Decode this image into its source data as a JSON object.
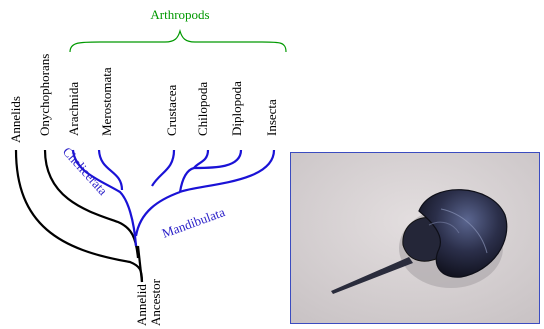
{
  "diagram": {
    "group_label": "Arthropods",
    "taxa": {
      "annelids": "Annelids",
      "onychophorans": "Onychophorans",
      "arachnida": "Arachnida",
      "merostomata": "Merostomata",
      "crustacea": "Crustacea",
      "chilopoda": "Chilopoda",
      "diplopoda": "Diplopoda",
      "insecta": "Insecta"
    },
    "clades": {
      "chelicerata": "Chelicerata",
      "mandibulata": "Mandibulata"
    },
    "root": {
      "line1": "Annelid",
      "line2": "Ancestor"
    }
  },
  "colors": {
    "arthropod_label": "#009900",
    "arthropod_branches": "#1a12d6",
    "outgroup_branches": "#000000",
    "clade_labels": "#2a1fc8",
    "photo_border": "#3b4cc0"
  },
  "photo": {
    "subject": "horseshoe-crab"
  }
}
